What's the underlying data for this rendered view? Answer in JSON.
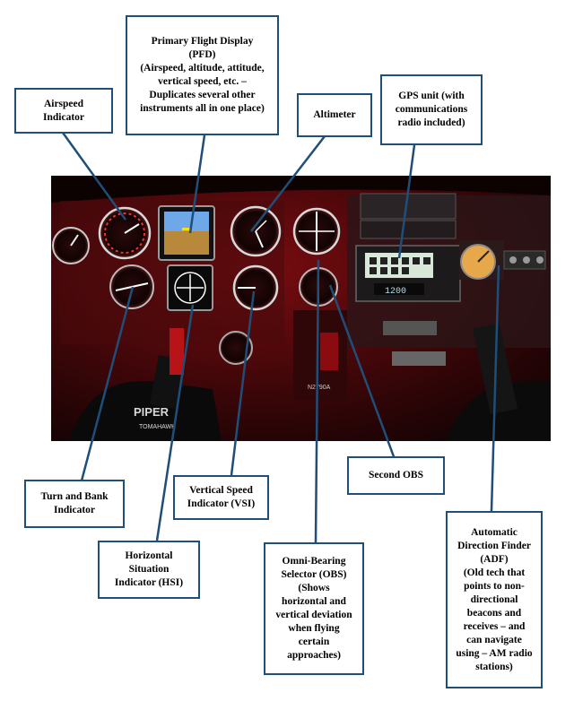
{
  "photo": {
    "brand_text": "PIPER",
    "model_text": "TOMAHAWK",
    "gps_frequency": "1200",
    "tail_number": "N2790A"
  },
  "callouts": {
    "airspeed": [
      "Airspeed",
      "Indicator"
    ],
    "pfd": [
      "Primary Flight Display",
      "(PFD)",
      "(Airspeed, altitude, attitude,",
      "vertical speed, etc. –",
      "Duplicates several other",
      "instruments all in one place)"
    ],
    "altimeter": [
      "Altimeter"
    ],
    "gps": [
      "GPS unit (with",
      "communications",
      "radio included)"
    ],
    "second_obs": [
      "Second OBS"
    ],
    "turn_bank": [
      "Turn and Bank",
      "Indicator"
    ],
    "vsi": [
      "Vertical Speed",
      "Indicator (VSI)"
    ],
    "hsi": [
      "Horizontal",
      "Situation",
      "Indicator (HSI)"
    ],
    "obs": [
      "Omni-Bearing",
      "Selector (OBS)",
      "(Shows",
      "horizontal and",
      "vertical deviation",
      "when flying",
      "certain",
      "approaches)"
    ],
    "adf": [
      "Automatic",
      "Direction Finder",
      "(ADF)",
      "(Old tech that",
      "points to non-",
      "directional",
      "beacons and",
      "receives – and",
      "can navigate",
      "using – AM radio",
      "stations)"
    ]
  },
  "colors": {
    "callout_border": "#1f4e79",
    "leader_line": "#1f4e79",
    "panel_glow": "#c0141a"
  }
}
